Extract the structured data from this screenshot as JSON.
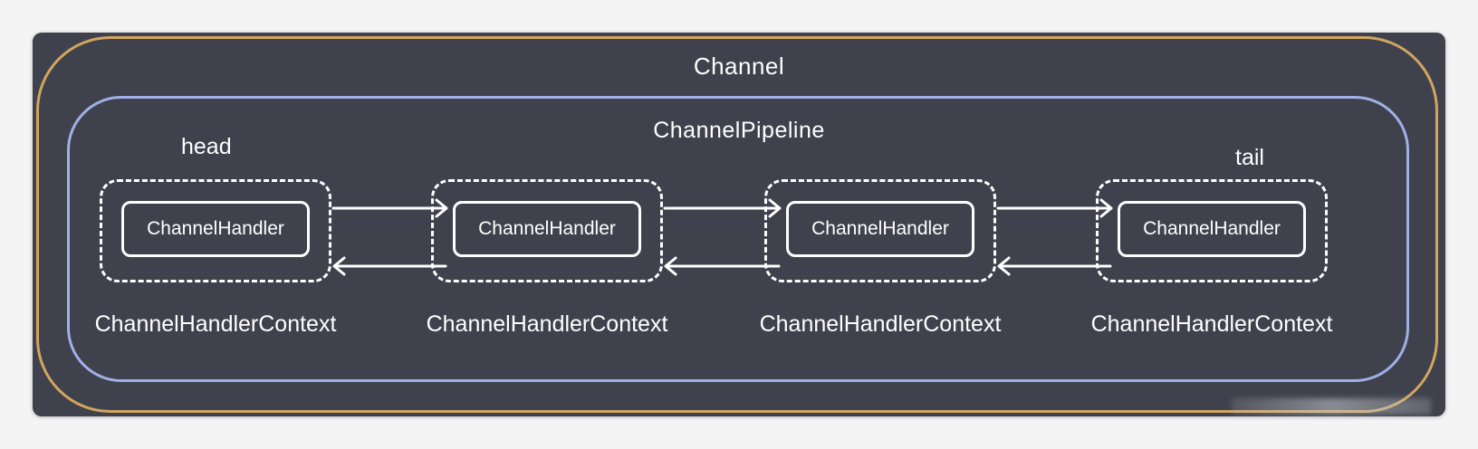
{
  "diagram": {
    "channel_label": "Channel",
    "pipeline_label": "ChannelPipeline",
    "head_label": "head",
    "tail_label": "tail",
    "contexts": [
      {
        "handler": "ChannelHandler",
        "context": "ChannelHandlerContext"
      },
      {
        "handler": "ChannelHandler",
        "context": "ChannelHandlerContext"
      },
      {
        "handler": "ChannelHandler",
        "context": "ChannelHandlerContext"
      },
      {
        "handler": "ChannelHandler",
        "context": "ChannelHandlerContext"
      }
    ]
  },
  "colors": {
    "background": "#3f424d",
    "channel_border": "#d2a65f",
    "pipeline_border": "#9fb0e6",
    "foreground": "#ffffff"
  }
}
